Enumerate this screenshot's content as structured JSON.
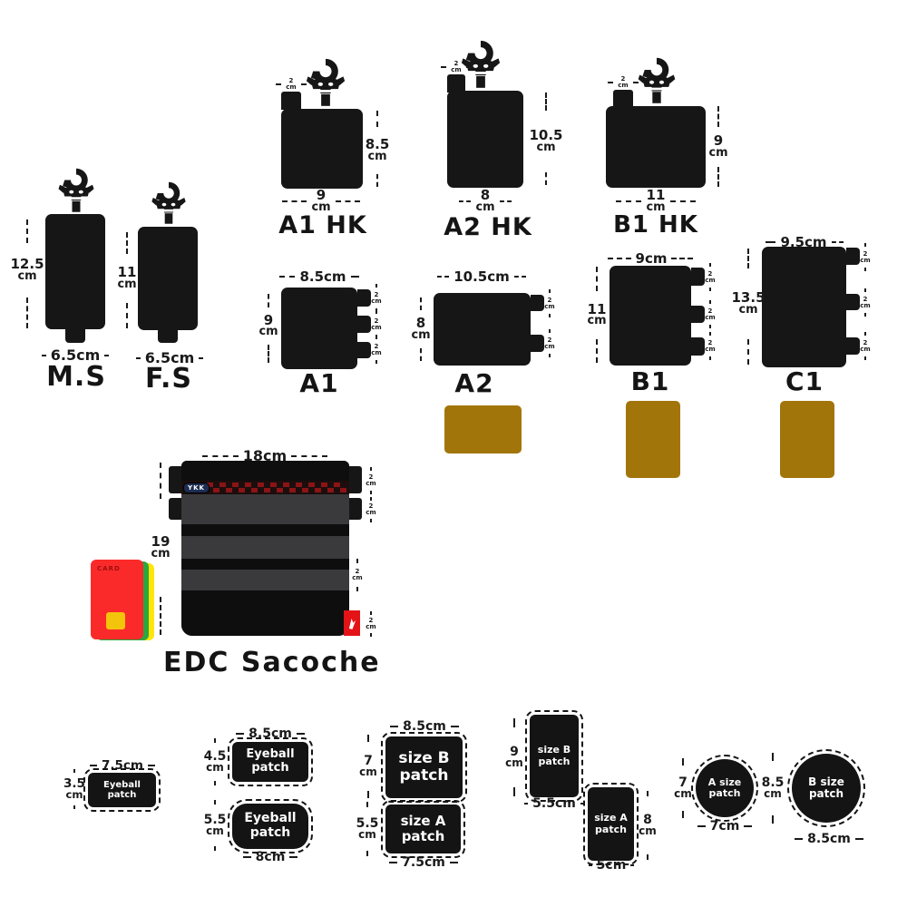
{
  "common": {
    "unit": "cm",
    "tab_value": "2"
  },
  "hook_bags": {
    "ms": {
      "label": "M.S",
      "bottom_width": "6.5cm",
      "height": "12.5"
    },
    "fs": {
      "label": "F.S",
      "bottom_width": "6.5cm",
      "height": "11"
    },
    "a1hk": {
      "label": "A1 HK",
      "width": "9",
      "height": "8.5"
    },
    "a2hk": {
      "label": "A2 HK",
      "width": "8",
      "height": "10.5"
    },
    "b1hk": {
      "label": "B1 HK",
      "width": "11",
      "height": "9"
    }
  },
  "pouches": {
    "a1": {
      "label": "A1",
      "width": "8.5cm",
      "height": "9"
    },
    "a2": {
      "label": "A2",
      "width": "10.5cm",
      "height": "8"
    },
    "b1": {
      "label": "B1",
      "width": "9cm",
      "height": "11"
    },
    "c1": {
      "label": "C1",
      "width": "9.5cm",
      "height": "13.5"
    }
  },
  "sacoche": {
    "label": "EDC Sacoche",
    "width": "18cm",
    "height": "19",
    "zipper_brand": "YKK",
    "card_text": "CARD"
  },
  "patches": {
    "eyeball_s": {
      "line1": "Eyeball",
      "line2": "patch",
      "width": "7.5cm",
      "height": "3.5"
    },
    "eyeball_m": {
      "line1": "Eyeball",
      "line2": "patch",
      "width": "8.5cm",
      "height": "4.5"
    },
    "eyeball_l": {
      "line1": "Eyeball",
      "line2": "patch",
      "width": "8cm",
      "height": "5.5"
    },
    "size_b_wide": {
      "line1": "size B",
      "line2": "patch",
      "width": "8.5cm",
      "height": "7"
    },
    "size_a_wide": {
      "line1": "size A",
      "line2": "patch",
      "width": "7.5cm",
      "height": "5.5"
    },
    "size_b_tall": {
      "line1": "size B",
      "line2": "patch",
      "width": "5.5cm",
      "height": "9"
    },
    "size_a_tall": {
      "line1": "size A",
      "line2": "patch",
      "width": "5cm",
      "height": "8"
    },
    "a_circle": {
      "line1": "A size",
      "line2": "patch",
      "width": "7cm",
      "height": "7"
    },
    "b_circle": {
      "line1": "B size",
      "line2": "patch",
      "width": "8.5cm",
      "height": "8.5"
    }
  },
  "colors": {
    "ink": "#161616",
    "gold_scale_card": "#A2750B",
    "sacoche_panel_gray": "#3a3a3c",
    "zipper_red": "#8b1414",
    "ykk_pill_navy": "#1d2c50",
    "card_red": "#fb2a2a",
    "card_green": "#2ca63e",
    "card_yellow": "#ffe60a",
    "chip_gold": "#f2c50c",
    "logo_tag_red": "#e31318"
  }
}
